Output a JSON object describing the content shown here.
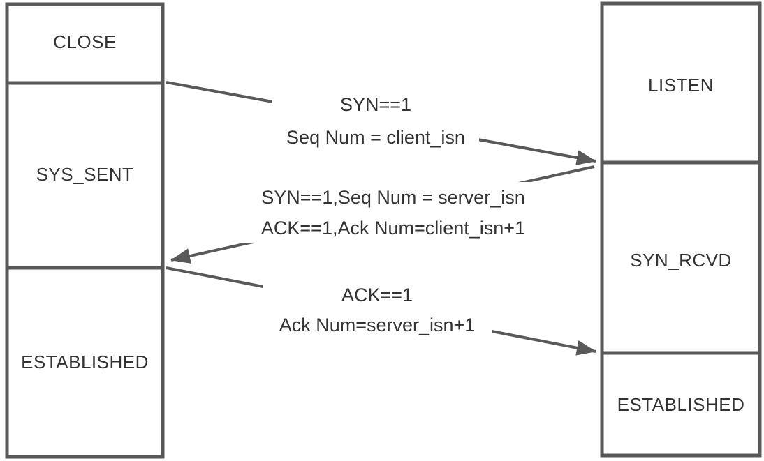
{
  "diagram": {
    "title": "tcp-three-way-handshake-state-diagram",
    "client": {
      "states": [
        {
          "label": "CLOSE"
        },
        {
          "label": "SYS_SENT"
        },
        {
          "label": "ESTABLISHED"
        }
      ]
    },
    "server": {
      "states": [
        {
          "label": "LISTEN"
        },
        {
          "label": "SYN_RCVD"
        },
        {
          "label": "ESTABLISHED"
        }
      ]
    },
    "messages": [
      {
        "direction": "client-to-server",
        "line1": "SYN==1",
        "line2": "Seq Num = client_isn"
      },
      {
        "direction": "server-to-client",
        "line1": "SYN==1,Seq Num = server_isn",
        "line2": "ACK==1,Ack Num=client_isn+1"
      },
      {
        "direction": "client-to-server",
        "line1": "ACK==1",
        "line2": "Ack Num=server_isn+1"
      }
    ],
    "colors": {
      "stroke": "#595959",
      "text": "#333333",
      "background": "#ffffff"
    }
  }
}
